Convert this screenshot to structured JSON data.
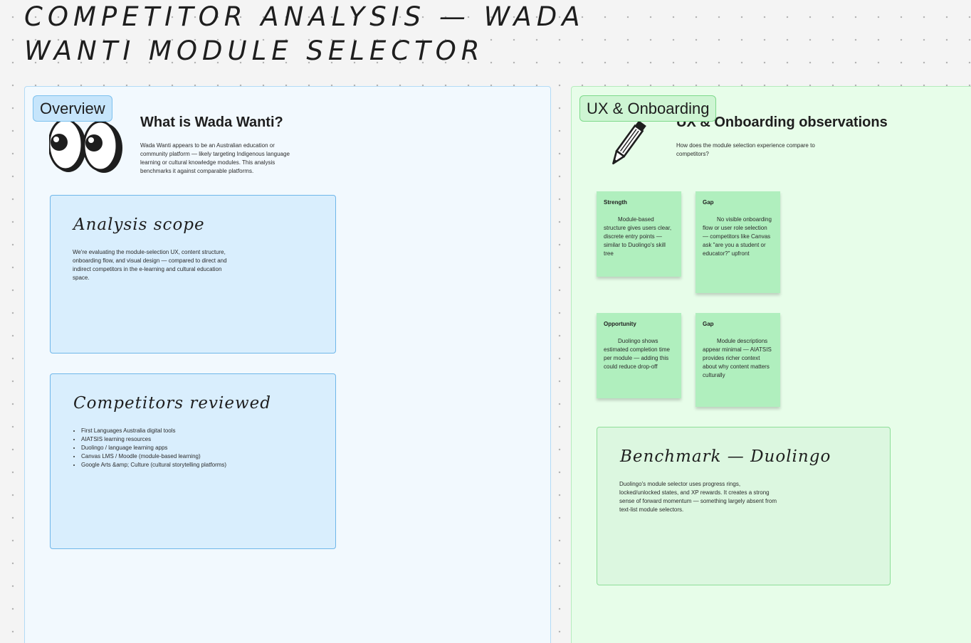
{
  "board": {
    "title": "Competitor analysis — Wada Wanti module selector"
  },
  "overview": {
    "tag": "Overview",
    "intro_title": "What is Wada Wanti?",
    "intro_text": "Wada Wanti appears to be an Australian education or community platform — likely targeting Indigenous language learning or cultural knowledge modules. This analysis benchmarks it against comparable platforms.",
    "sticker_icon": "googly-eyes-icon",
    "scope": {
      "title": "Analysis scope",
      "text": "We're evaluating the module-selection UX, content structure, onboarding flow, and visual design — compared to direct and indirect competitors in the e-learning and cultural education space."
    },
    "competitors": {
      "title": "Competitors reviewed",
      "items": [
        "First Languages Australia digital tools",
        "AIATSIS learning resources",
        "Duolingo / language learning apps",
        "Canvas LMS / Moodle (module-based learning)",
        "Google Arts &amp; Culture (cultural storytelling platforms)"
      ]
    }
  },
  "ux": {
    "tag": "UX & Onboarding",
    "intro_title": "UX & Onboarding observations",
    "intro_text": "How does the module selection experience compare to competitors?",
    "sticker_icon": "pencil-icon",
    "stickies": [
      {
        "label": "Strength",
        "text": "Module-based structure gives users clear, discrete entry points — similar to Duolingo's skill tree"
      },
      {
        "label": "Gap",
        "text": "No visible onboarding flow or user role selection — competitors like Canvas ask \"are you a student or educator?\" upfront"
      },
      {
        "label": "Opportunity",
        "text": "Duolingo shows estimated completion time per module — adding this could reduce drop-off"
      },
      {
        "label": "Gap",
        "text": "Module descriptions appear minimal — AIATSIS provides richer context about why content matters culturally"
      }
    ],
    "benchmark": {
      "title": "Benchmark — Duolingo",
      "text": "Duolingo's module selector uses progress rings, locked/unlocked states, and XP rewards. It creates a strong sense of forward momentum — something largely absent from text-list module selectors."
    }
  },
  "colors": {
    "canvas": "#f4f4f4",
    "overview_section": "#f2f9fe",
    "overview_card": "#d9eefd",
    "ux_section": "#e7fde9",
    "sticky": "#b0efbe",
    "benchmark_card": "#dcf7e0"
  }
}
